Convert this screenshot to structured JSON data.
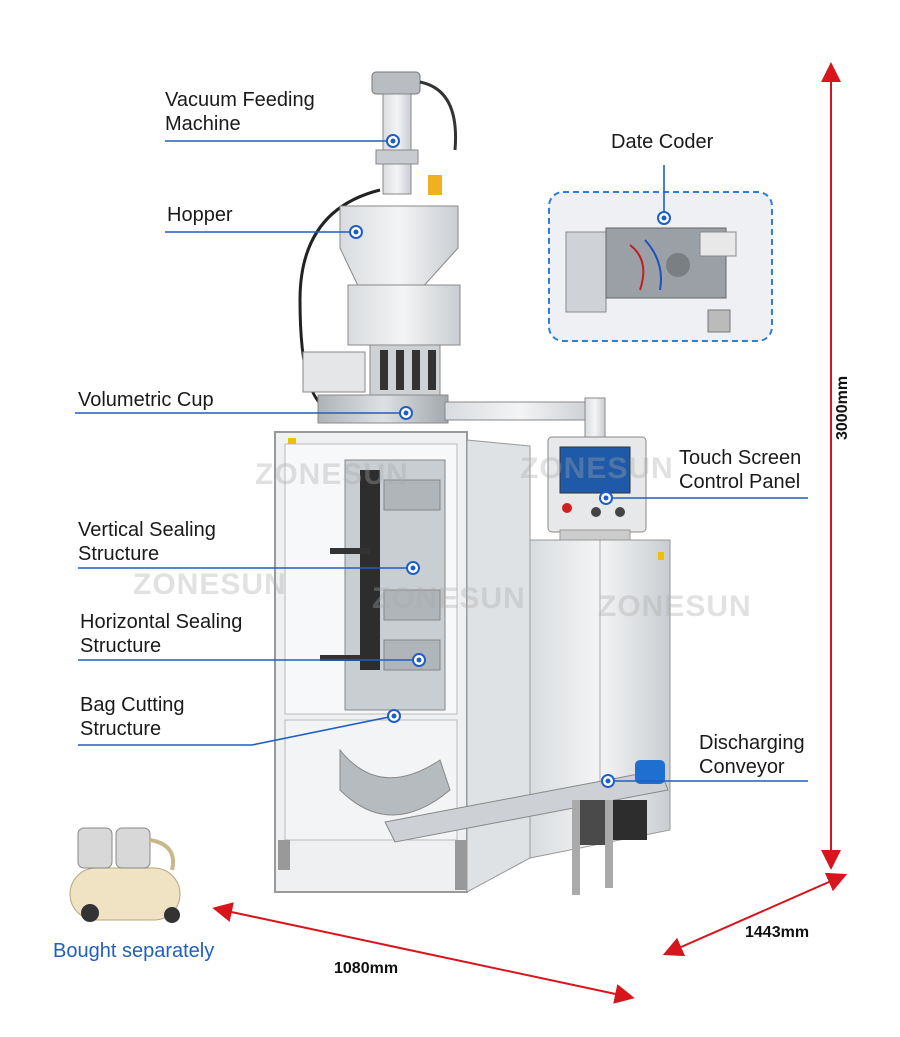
{
  "callouts": [
    {
      "id": "vacuum-feeding-machine",
      "lines": [
        "Vacuum Feeding",
        "Machine"
      ]
    },
    {
      "id": "hopper",
      "lines": [
        "Hopper"
      ]
    },
    {
      "id": "volumetric-cup",
      "lines": [
        "Volumetric Cup"
      ]
    },
    {
      "id": "vertical-sealing",
      "lines": [
        "Vertical Sealing",
        "Structure"
      ]
    },
    {
      "id": "horizontal-sealing",
      "lines": [
        "Horizontal Sealing",
        "Structure"
      ]
    },
    {
      "id": "bag-cutting",
      "lines": [
        "Bag Cutting",
        "Structure"
      ]
    },
    {
      "id": "date-coder",
      "lines": [
        "Date Coder"
      ]
    },
    {
      "id": "touch-screen",
      "lines": [
        "Touch Screen",
        "Control Panel"
      ]
    },
    {
      "id": "discharging-conveyor",
      "lines": [
        "Discharging",
        "Conveyor"
      ]
    }
  ],
  "dimensions": {
    "height": "3000mm",
    "width": "1080mm",
    "depth": "1443mm"
  },
  "accessory_note": "Bought separately",
  "watermark": "ZONESUN",
  "colors": {
    "callout_line": "#1f5fc4",
    "dimension_arrow": "#d8141c",
    "note_text": "#1f5fc4"
  }
}
